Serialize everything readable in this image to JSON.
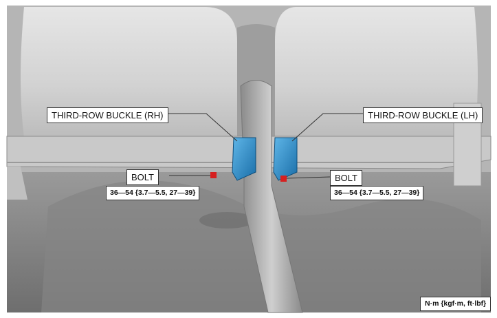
{
  "labels": {
    "buckle_rh": "THIRD-ROW BUCKLE (RH)",
    "buckle_lh": "THIRD-ROW BUCKLE (LH)",
    "bolt_left": "BOLT",
    "bolt_right": "BOLT",
    "torque_left": "36—54 {3.7—5.5, 27—39}",
    "torque_right": "36—54 {3.7—5.5, 27—39}",
    "units": "N·m {kgf·m, ft·lbf}"
  },
  "colors": {
    "buckle": "#2a8fd0",
    "bolt": "#d62020",
    "leader": "#333333"
  }
}
